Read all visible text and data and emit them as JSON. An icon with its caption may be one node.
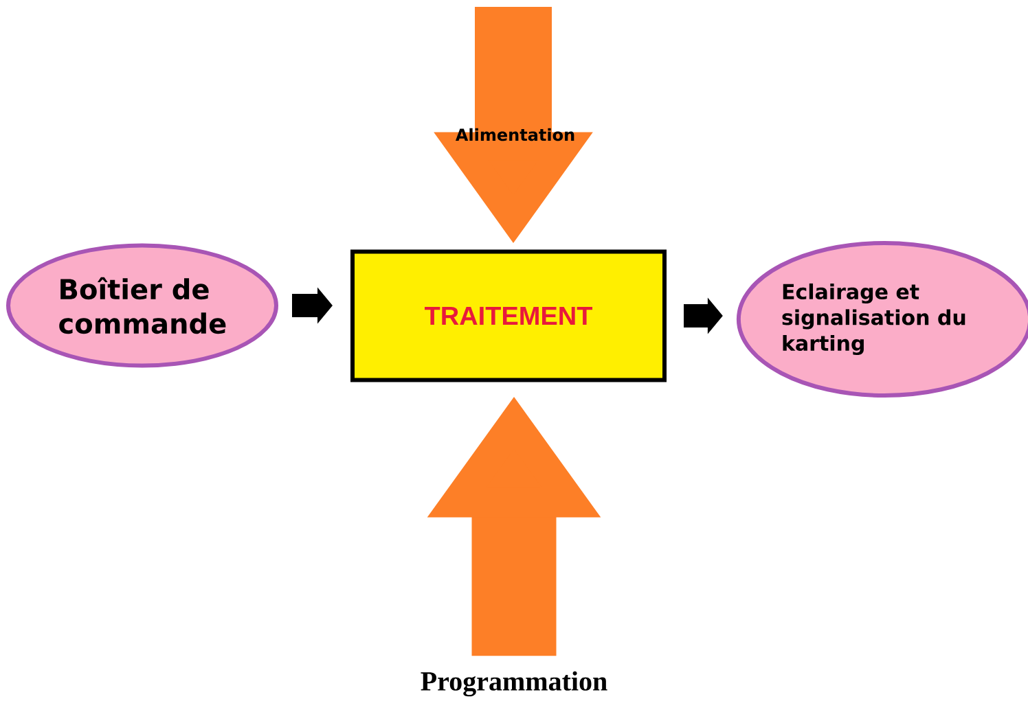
{
  "diagram": {
    "nodes": [
      {
        "text": [
          "Boîtier de commande"
        ]
      },
      {
        "text": [
          "TRAITEMENT"
        ]
      },
      {
        "text": [
          "Eclairage et signalisation du karting"
        ]
      },
      {
        "text": [
          "Programmation"
        ]
      }
    ],
    "edges": [
      {
        "from": 0,
        "to": 1,
        "arrow": "to"
      },
      {
        "from": 1,
        "to": 2,
        "arrow": "to"
      },
      {
        "from": null,
        "to": 1,
        "arrow": "to",
        "label": "Alimentation",
        "style": "thick",
        "color": "#fd7f27"
      },
      {
        "from": 3,
        "to": 1,
        "arrow": "to",
        "style": "thick",
        "color": "#fd7f27"
      }
    ]
  }
}
